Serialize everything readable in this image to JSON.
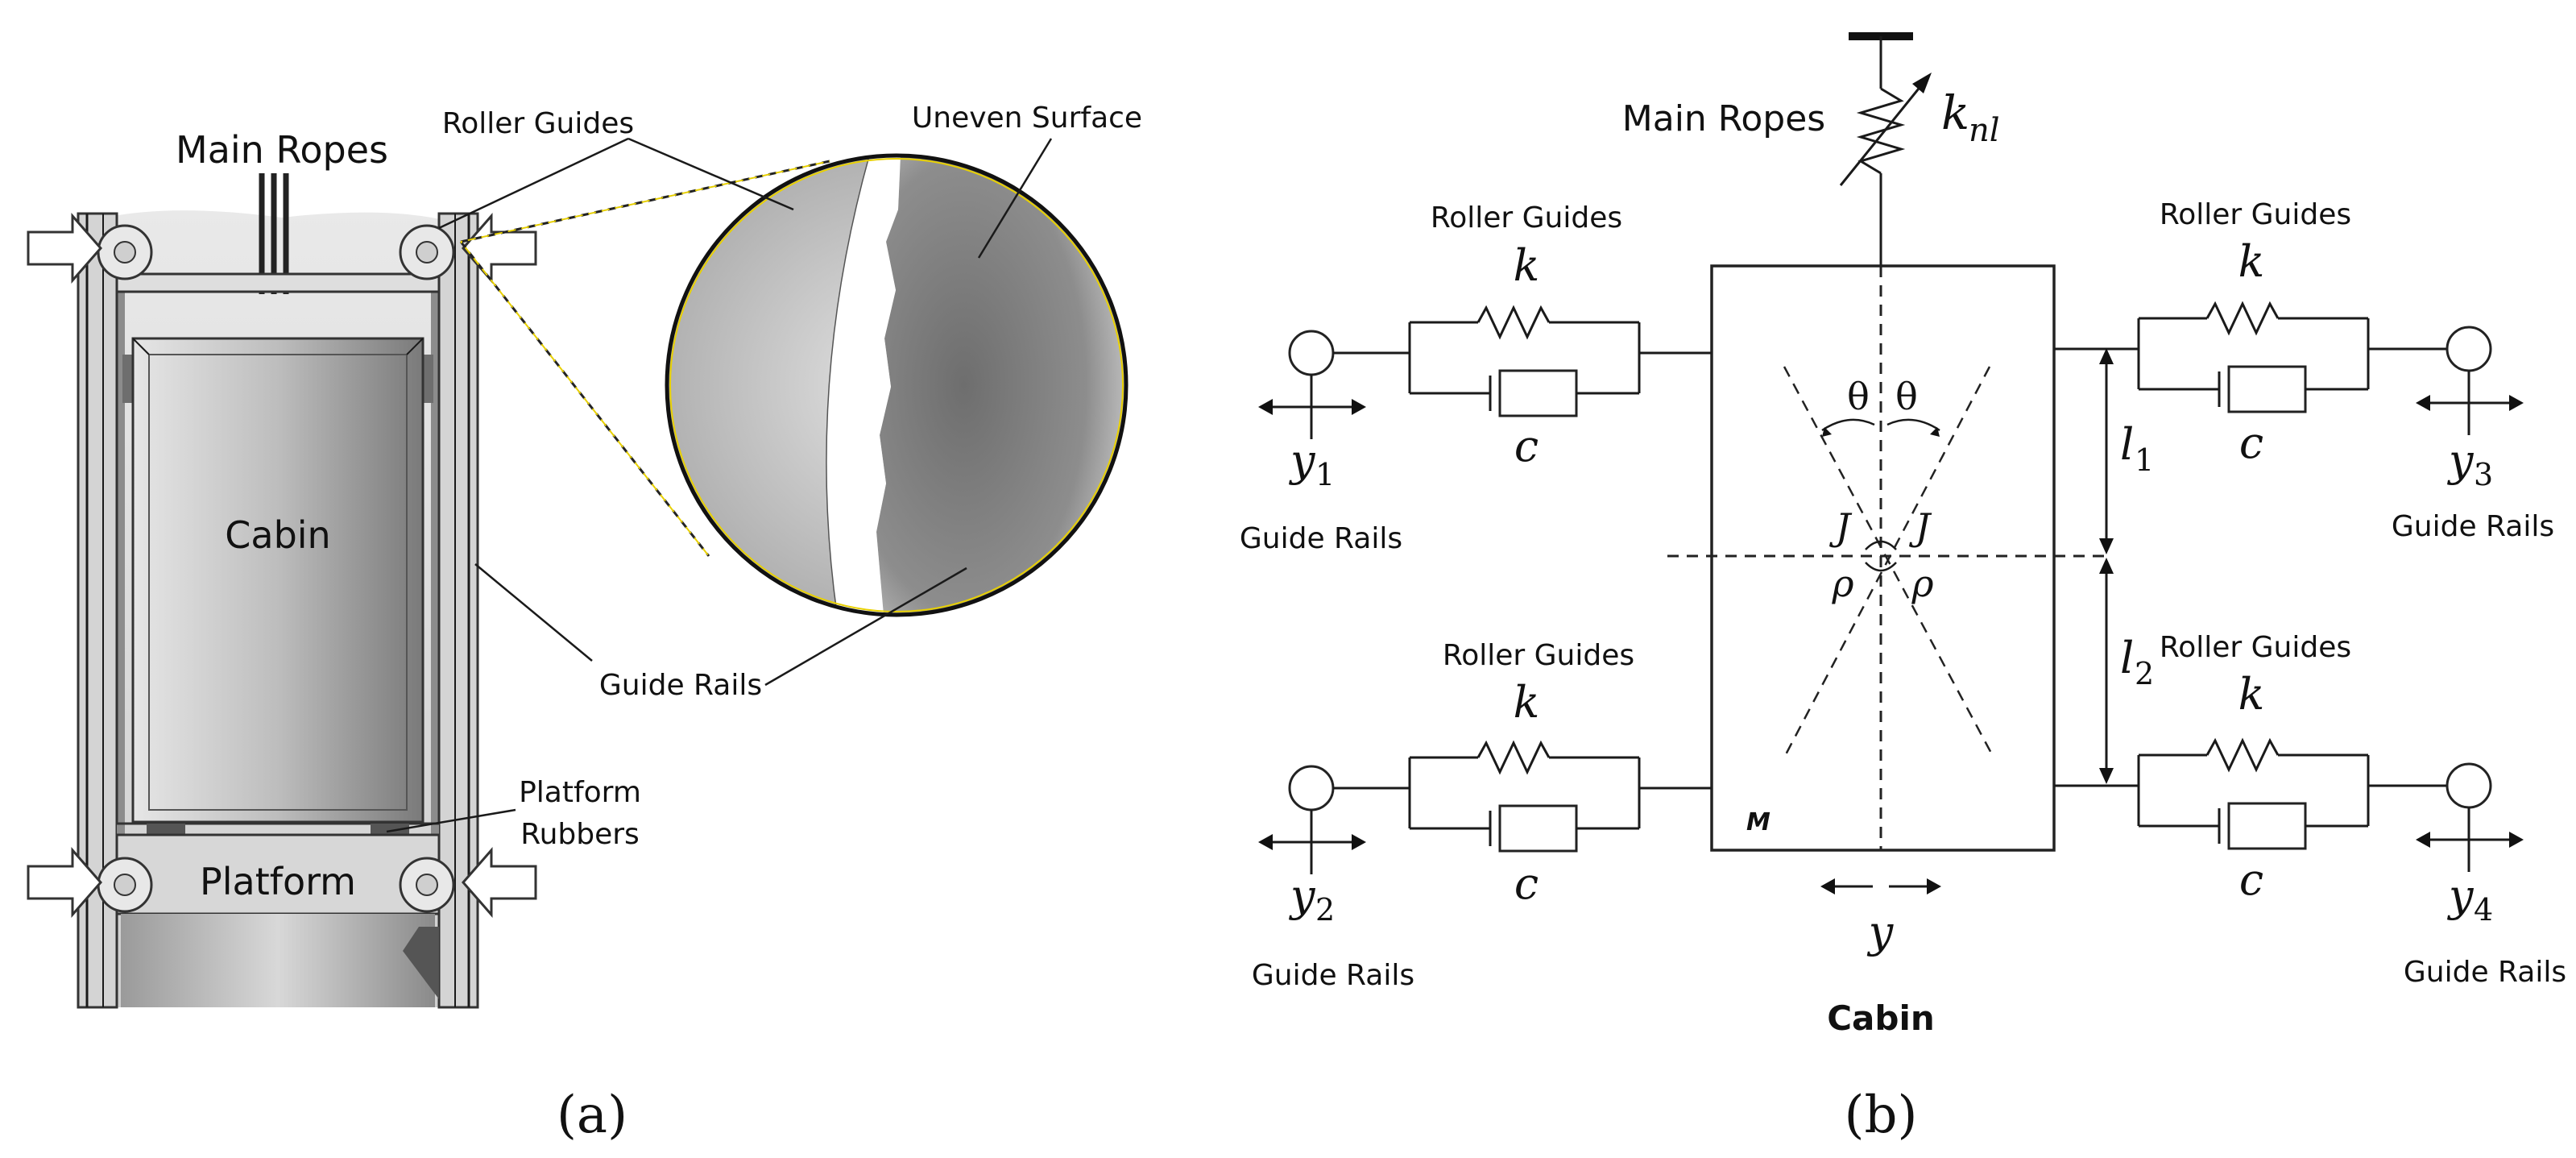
{
  "panel_a": {
    "main_ropes": "Main Ropes",
    "roller_guides": "Roller Guides",
    "uneven_surface": "Uneven Surface",
    "cabin": "Cabin",
    "guide_rails": "Guide Rails",
    "platform_rubbers_1": "Platform",
    "platform_rubbers_2": "Rubbers",
    "platform": "Platform",
    "caption": "(a)"
  },
  "panel_b": {
    "main_ropes": "Main Ropes",
    "k_nl": "k",
    "k_nl_sub": "nl",
    "roller_guides": "Roller Guides",
    "k": "k",
    "c": "c",
    "guide_rails": "Guide Rails",
    "y": "y",
    "sub1": "1",
    "sub2": "2",
    "sub3": "3",
    "sub4": "4",
    "l": "l",
    "theta": "θ",
    "J": "J",
    "rho": "ρ",
    "mass": "M",
    "y_cabin": "y",
    "cabin": "Cabin",
    "caption": "(b)"
  }
}
